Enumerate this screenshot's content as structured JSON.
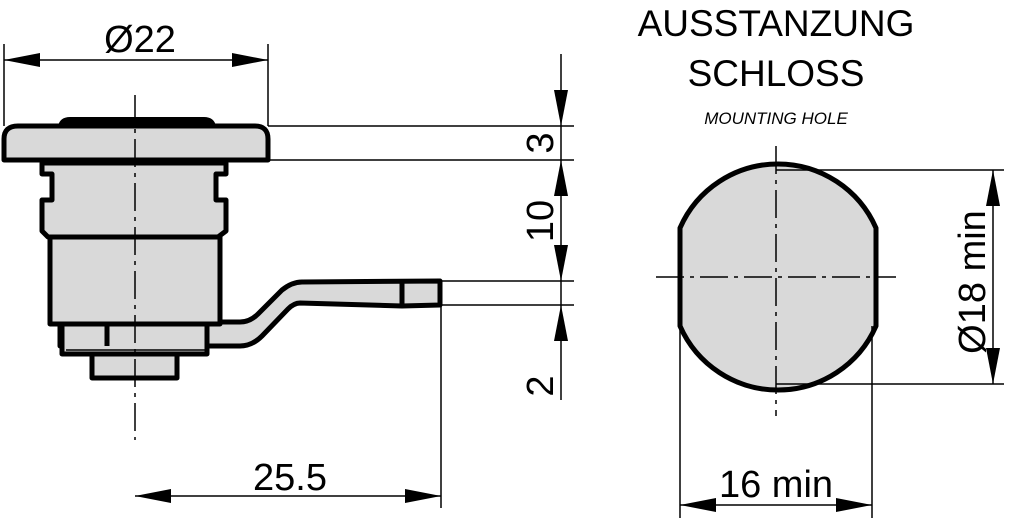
{
  "title": {
    "line1": "AUSSTANZUNG",
    "line2": "SCHLOSS",
    "subtitle": "MOUNTING HOLE"
  },
  "side_view": {
    "dim_diameter": "Ø22",
    "dim_width": "25.5",
    "dim_flange": "3",
    "dim_body": "10",
    "dim_cam": "2"
  },
  "mounting_hole": {
    "dim_height": "Ø18 min",
    "dim_width": "16 min"
  },
  "colors": {
    "fill": "#d9d9d9",
    "line": "#000000",
    "background": "#ffffff"
  }
}
